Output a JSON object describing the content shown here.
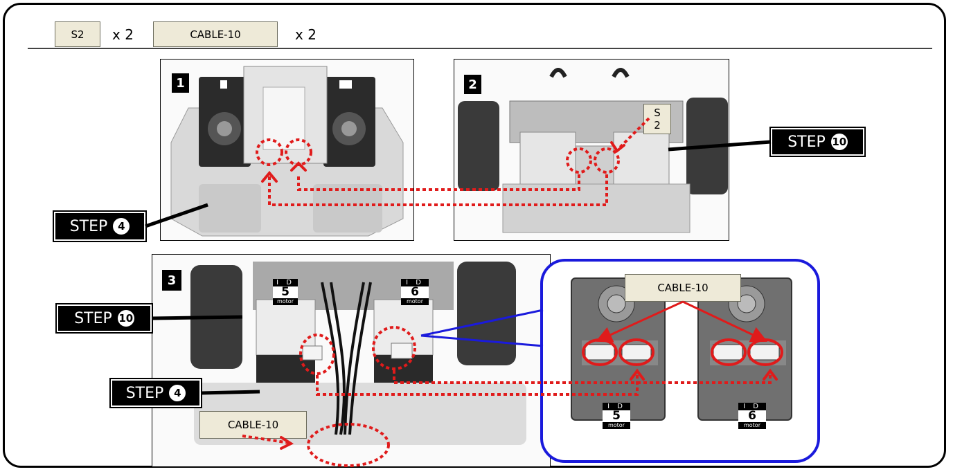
{
  "header": {
    "part1": {
      "code": "S2",
      "qty": "x 2"
    },
    "part2": {
      "code": "CABLE-10",
      "qty": "x 2"
    }
  },
  "panels": [
    {
      "number": "1"
    },
    {
      "number": "2",
      "callout": "S2"
    },
    {
      "number": "3",
      "callout": "CABLE-10"
    }
  ],
  "steps": {
    "step4": {
      "text": "STEP",
      "num": "4"
    },
    "step10": {
      "text": "STEP",
      "num": "10"
    }
  },
  "motors": {
    "left": {
      "id_text": "I D",
      "id": "5",
      "kind": "motor"
    },
    "right": {
      "id_text": "I D",
      "id": "6",
      "kind": "motor"
    }
  },
  "detail": {
    "callout": "CABLE-10"
  },
  "colors": {
    "accent_red": "#e01b1b",
    "detail_border": "#1a1adc"
  }
}
